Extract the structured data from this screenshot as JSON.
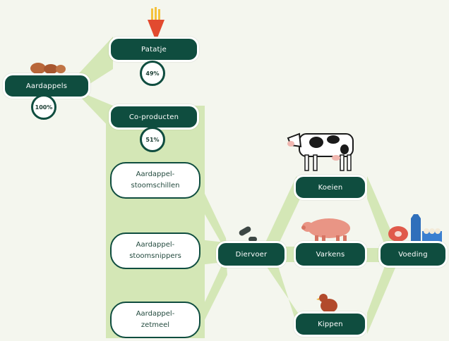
{
  "colors": {
    "dark_green": "#0f4d3f",
    "light_green": "#d4e7b6",
    "background": "#f4f6ee"
  },
  "nodes": {
    "aardappels": {
      "label": "Aardappels",
      "percent": "100%"
    },
    "patatje": {
      "label": "Patatje",
      "percent": "49%"
    },
    "coproducten": {
      "label": "Co-producten",
      "percent": "51%"
    },
    "stoomschillen": {
      "label": "Aardappel-\nstoomschillen"
    },
    "stoomsnippers": {
      "label": "Aardappel-\nstoomsnippers"
    },
    "zetmeel": {
      "label": "Aardappel-\nzetmeel"
    },
    "diervoer": {
      "label": "Diervoer"
    },
    "koeien": {
      "label": "Koeien"
    },
    "varkens": {
      "label": "Varkens"
    },
    "kippen": {
      "label": "Kippen"
    },
    "voeding": {
      "label": "Voeding"
    }
  },
  "icons": [
    "potatoes-icon",
    "fries-icon",
    "feed-pellets-icon",
    "cow-icon",
    "pig-icon",
    "chicken-icon",
    "food-products-icon"
  ]
}
